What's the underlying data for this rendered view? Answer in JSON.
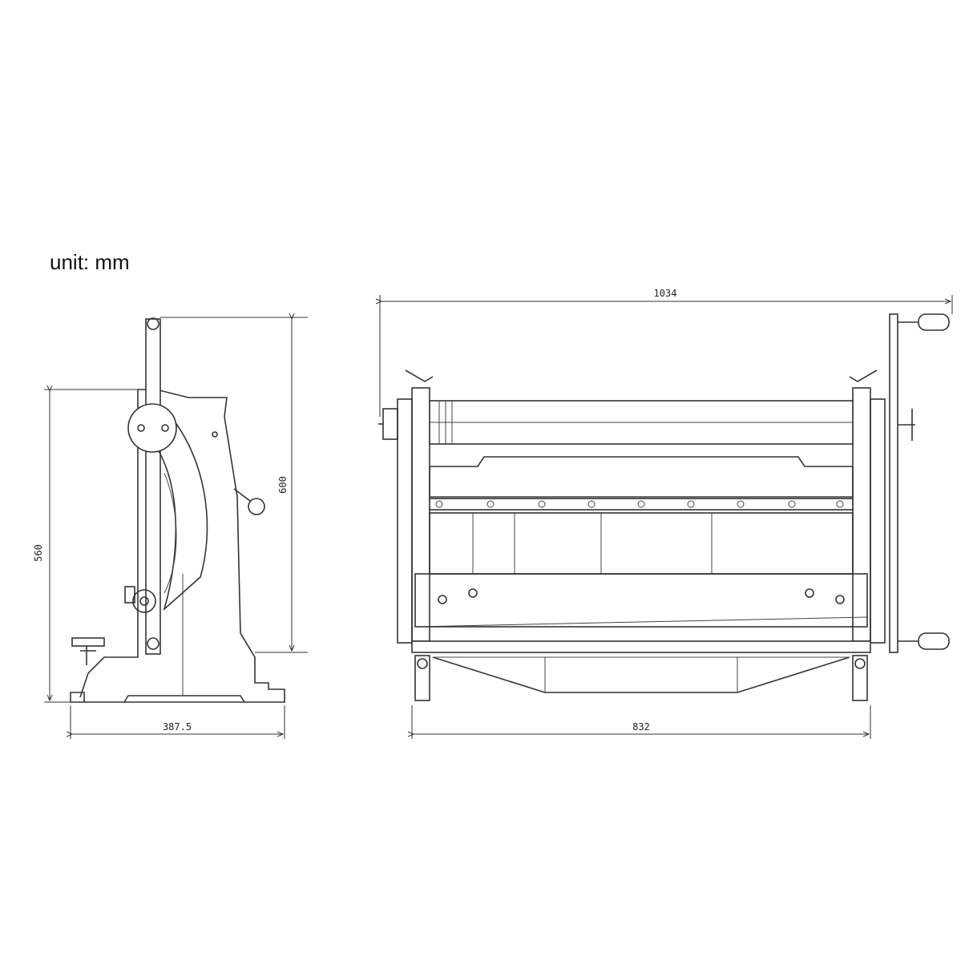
{
  "unit_label": "unit: mm",
  "dimensions": {
    "side_height_total": "600",
    "side_height_base": "560",
    "side_depth": "387.5",
    "front_width_total": "1034",
    "front_width_base": "832"
  }
}
